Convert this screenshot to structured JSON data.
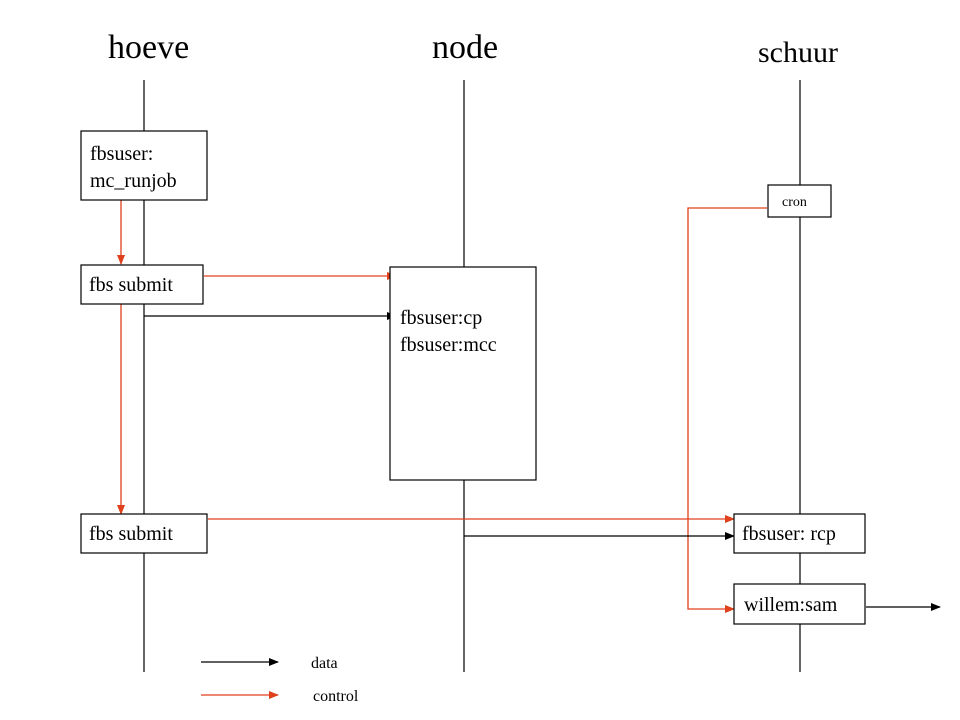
{
  "lanes": {
    "hoeve": "hoeve",
    "node": "node",
    "schuur": "schuur"
  },
  "boxes": {
    "mc_runjob": {
      "line1": "fbsuser:",
      "line2": "mc_runjob"
    },
    "fbs_submit_1": "fbs submit",
    "fbs_submit_2": "fbs submit",
    "node_box": {
      "line1": "fbsuser:cp",
      "line2": "fbsuser:mcc"
    },
    "cron": "cron",
    "rcp": "fbsuser: rcp",
    "sam": "willem:sam"
  },
  "legend": {
    "data": "data",
    "control": "control"
  },
  "colors": {
    "data": "#000000",
    "control": "#e0401c"
  }
}
